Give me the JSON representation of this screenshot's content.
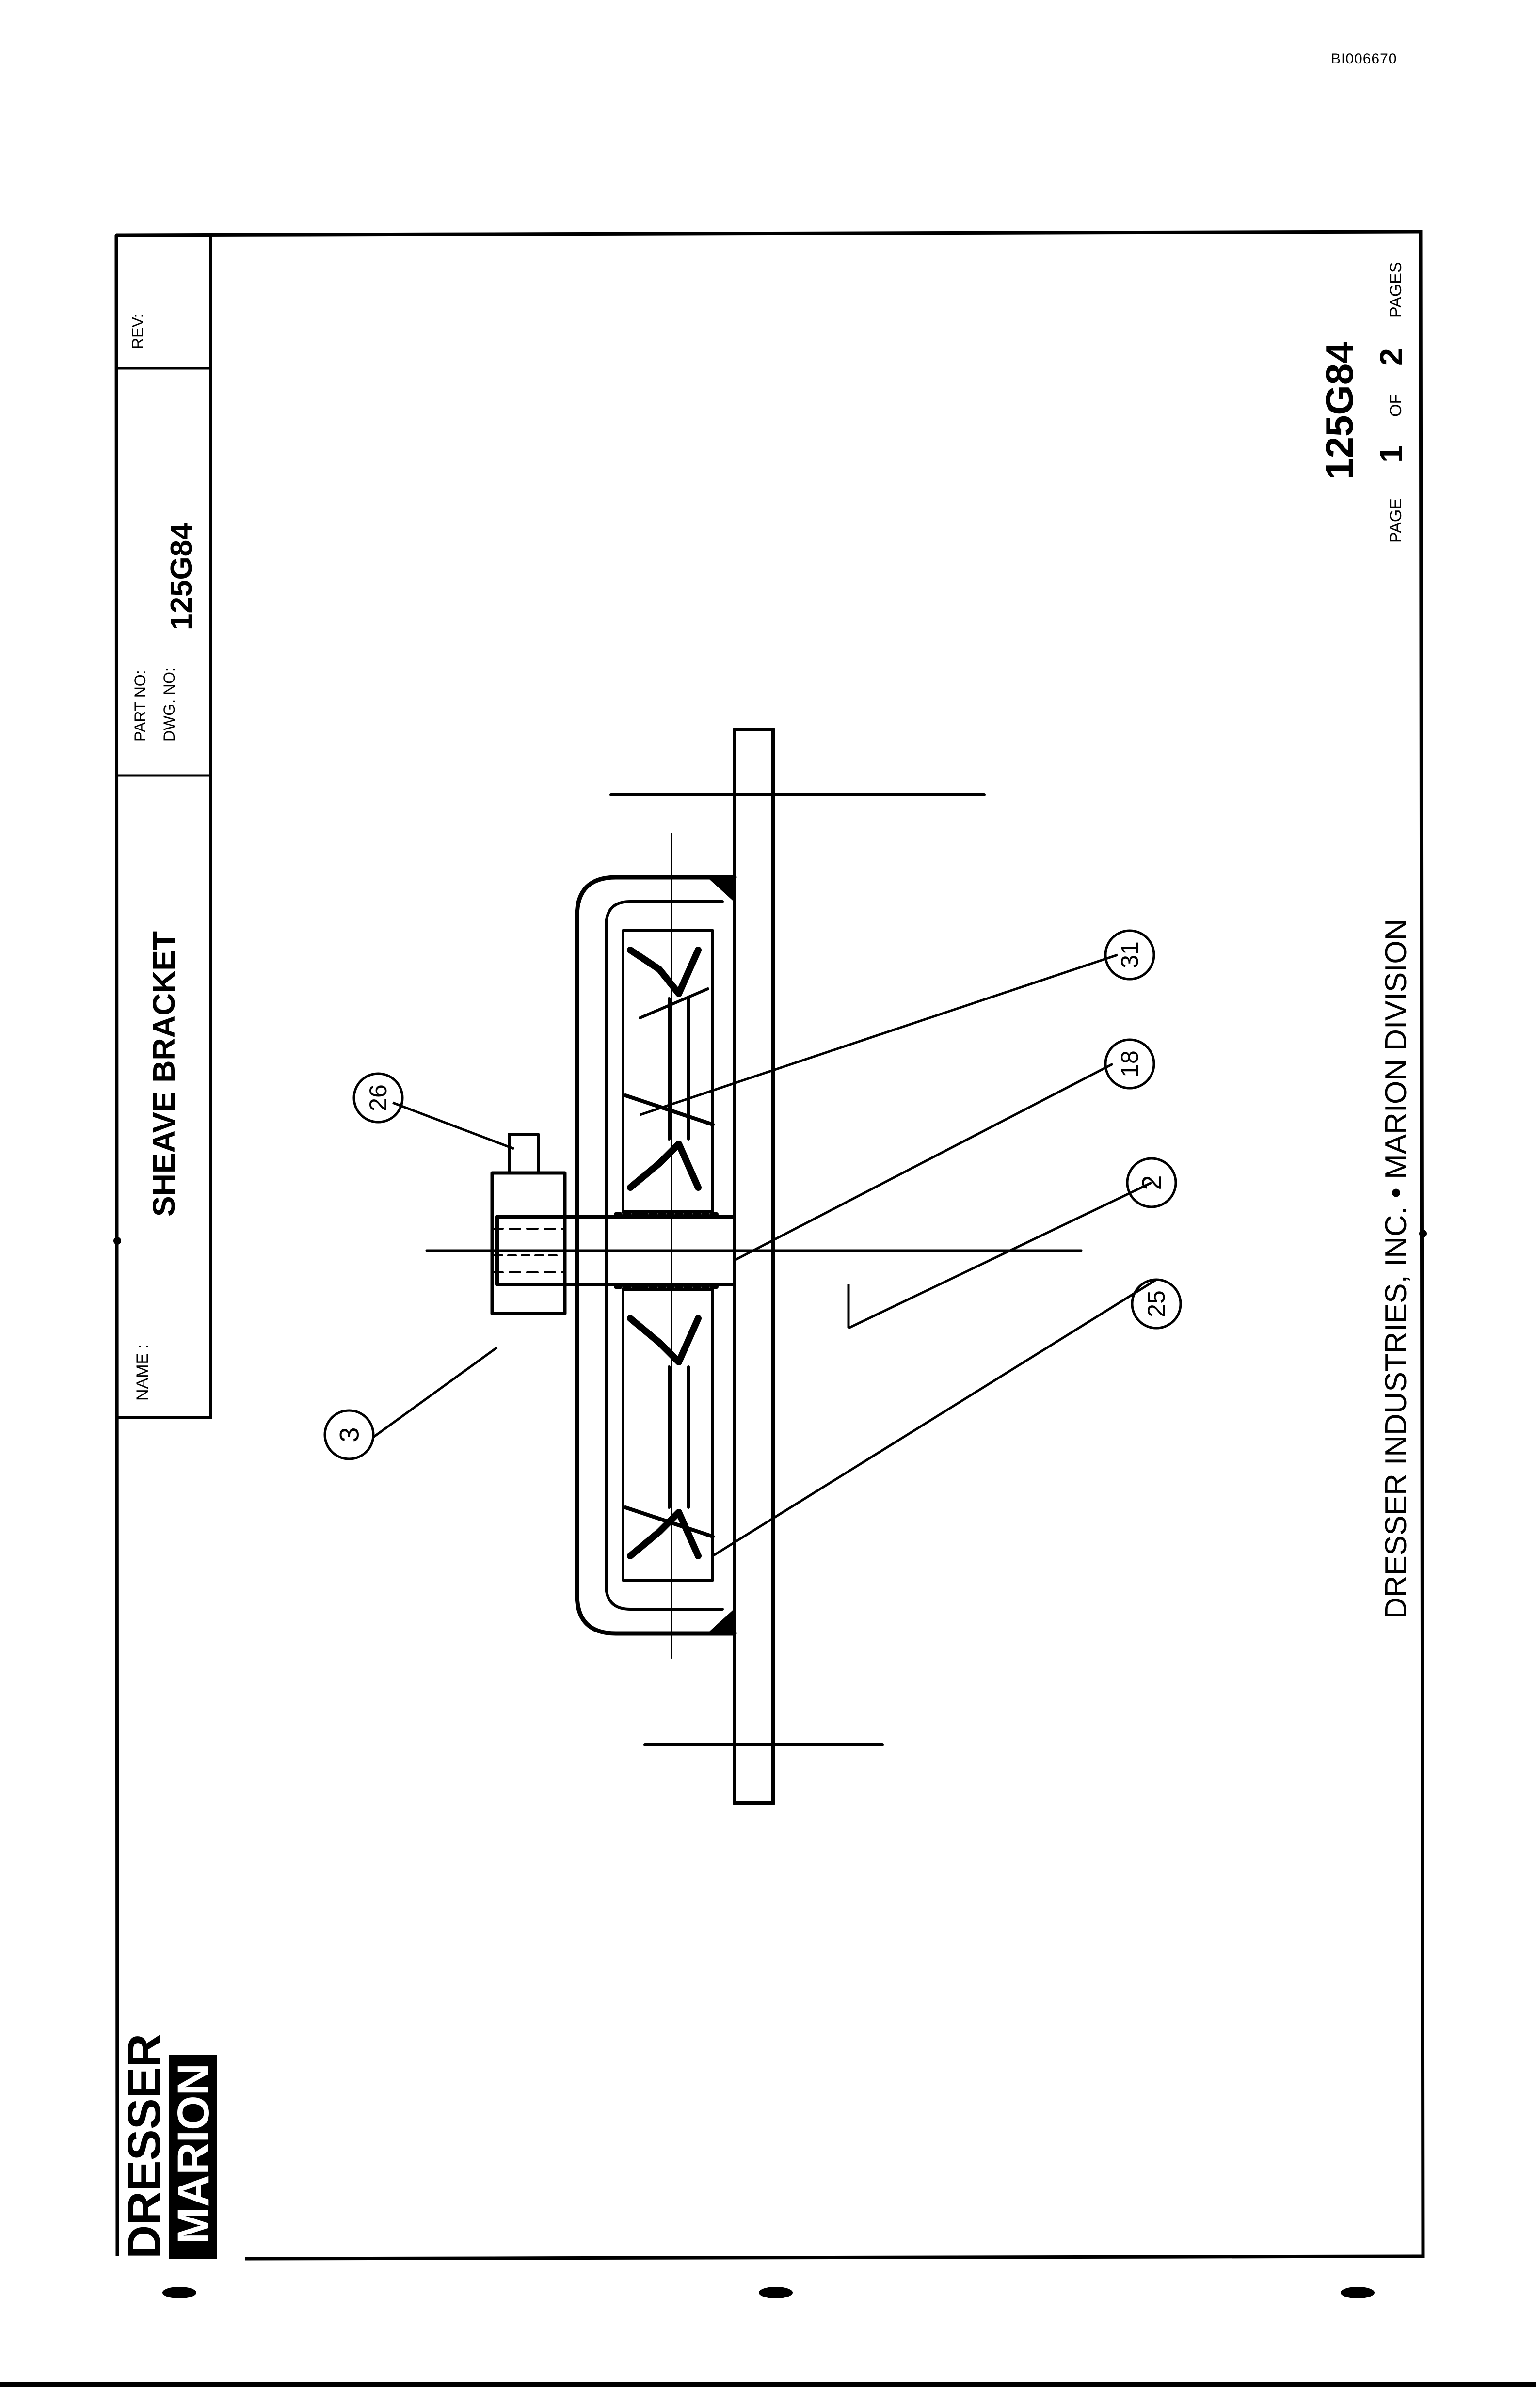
{
  "document": {
    "doc_id": "BI006670",
    "name_label": "NAME :",
    "name_value": "SHEAVE BRACKET",
    "part_no_label": "PART NO:",
    "dwg_no_label": "DWG. NO:",
    "dwg_no_value": "125G84",
    "rev_label": "REV:",
    "company_line": "DRESSER INDUSTRIES, INC. • MARION DIVISION",
    "drawing_number": "125G84",
    "page_word": "PAGE",
    "page_current": "1",
    "of_word": "OF",
    "page_total": "2",
    "pages_word": "PAGES"
  },
  "logo": {
    "line1": "DRESSER",
    "line2": "MARION"
  },
  "callouts": [
    {
      "id": "callout-3",
      "label": "3"
    },
    {
      "id": "callout-25",
      "label": "25"
    },
    {
      "id": "callout-2",
      "label": "2"
    },
    {
      "id": "callout-18",
      "label": "18"
    },
    {
      "id": "callout-31",
      "label": "31"
    },
    {
      "id": "callout-26",
      "label": "26"
    }
  ]
}
